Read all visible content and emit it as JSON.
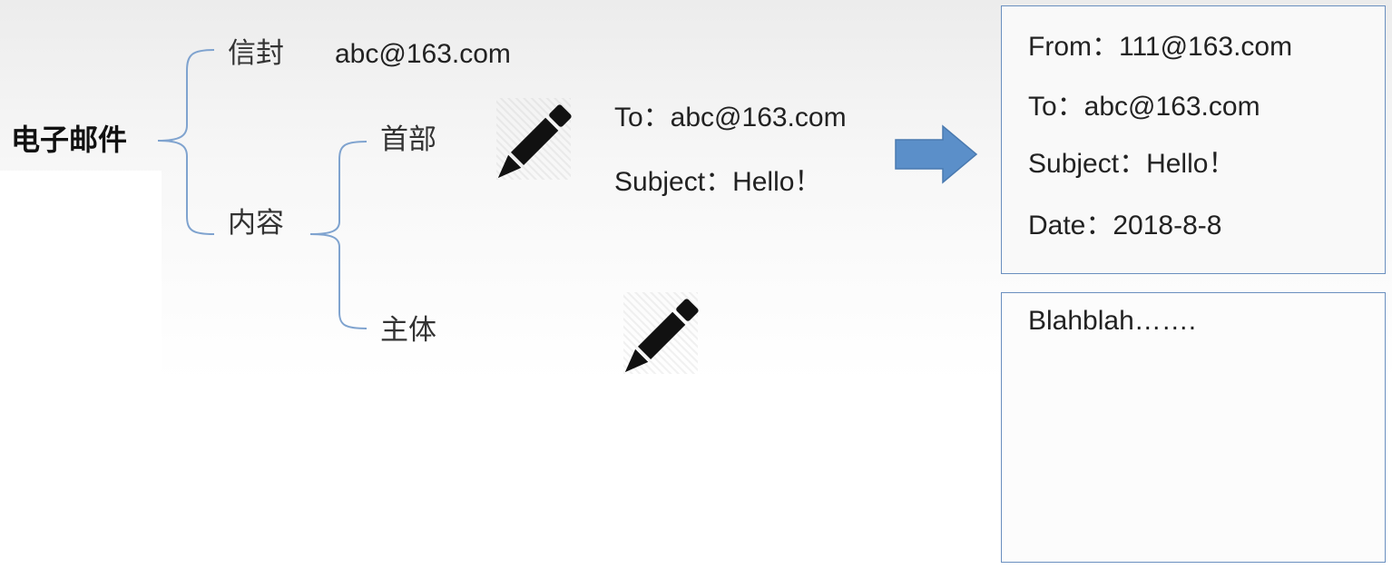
{
  "root_label": "电子邮件",
  "branches": {
    "envelope": {
      "label": "信封",
      "value": "abc@163.com"
    },
    "content": {
      "label": "内容",
      "header": {
        "label": "首部",
        "to_line": "To：abc@163.com",
        "subject_line": "Subject：Hello！"
      },
      "body": {
        "label": "主体"
      }
    }
  },
  "header_box": {
    "from": "From：111@163.com",
    "to": "To：abc@163.com",
    "subject": "Subject：Hello！",
    "date": "Date：2018-8-8"
  },
  "body_box": {
    "text": "Blahblah……."
  },
  "colors": {
    "connector": "#7fa3cf",
    "arrow_fill": "#5b8fc9",
    "box_border": "#6a8fbf"
  },
  "icons": [
    "pencil-icon",
    "pencil-icon",
    "right-arrow-icon"
  ]
}
